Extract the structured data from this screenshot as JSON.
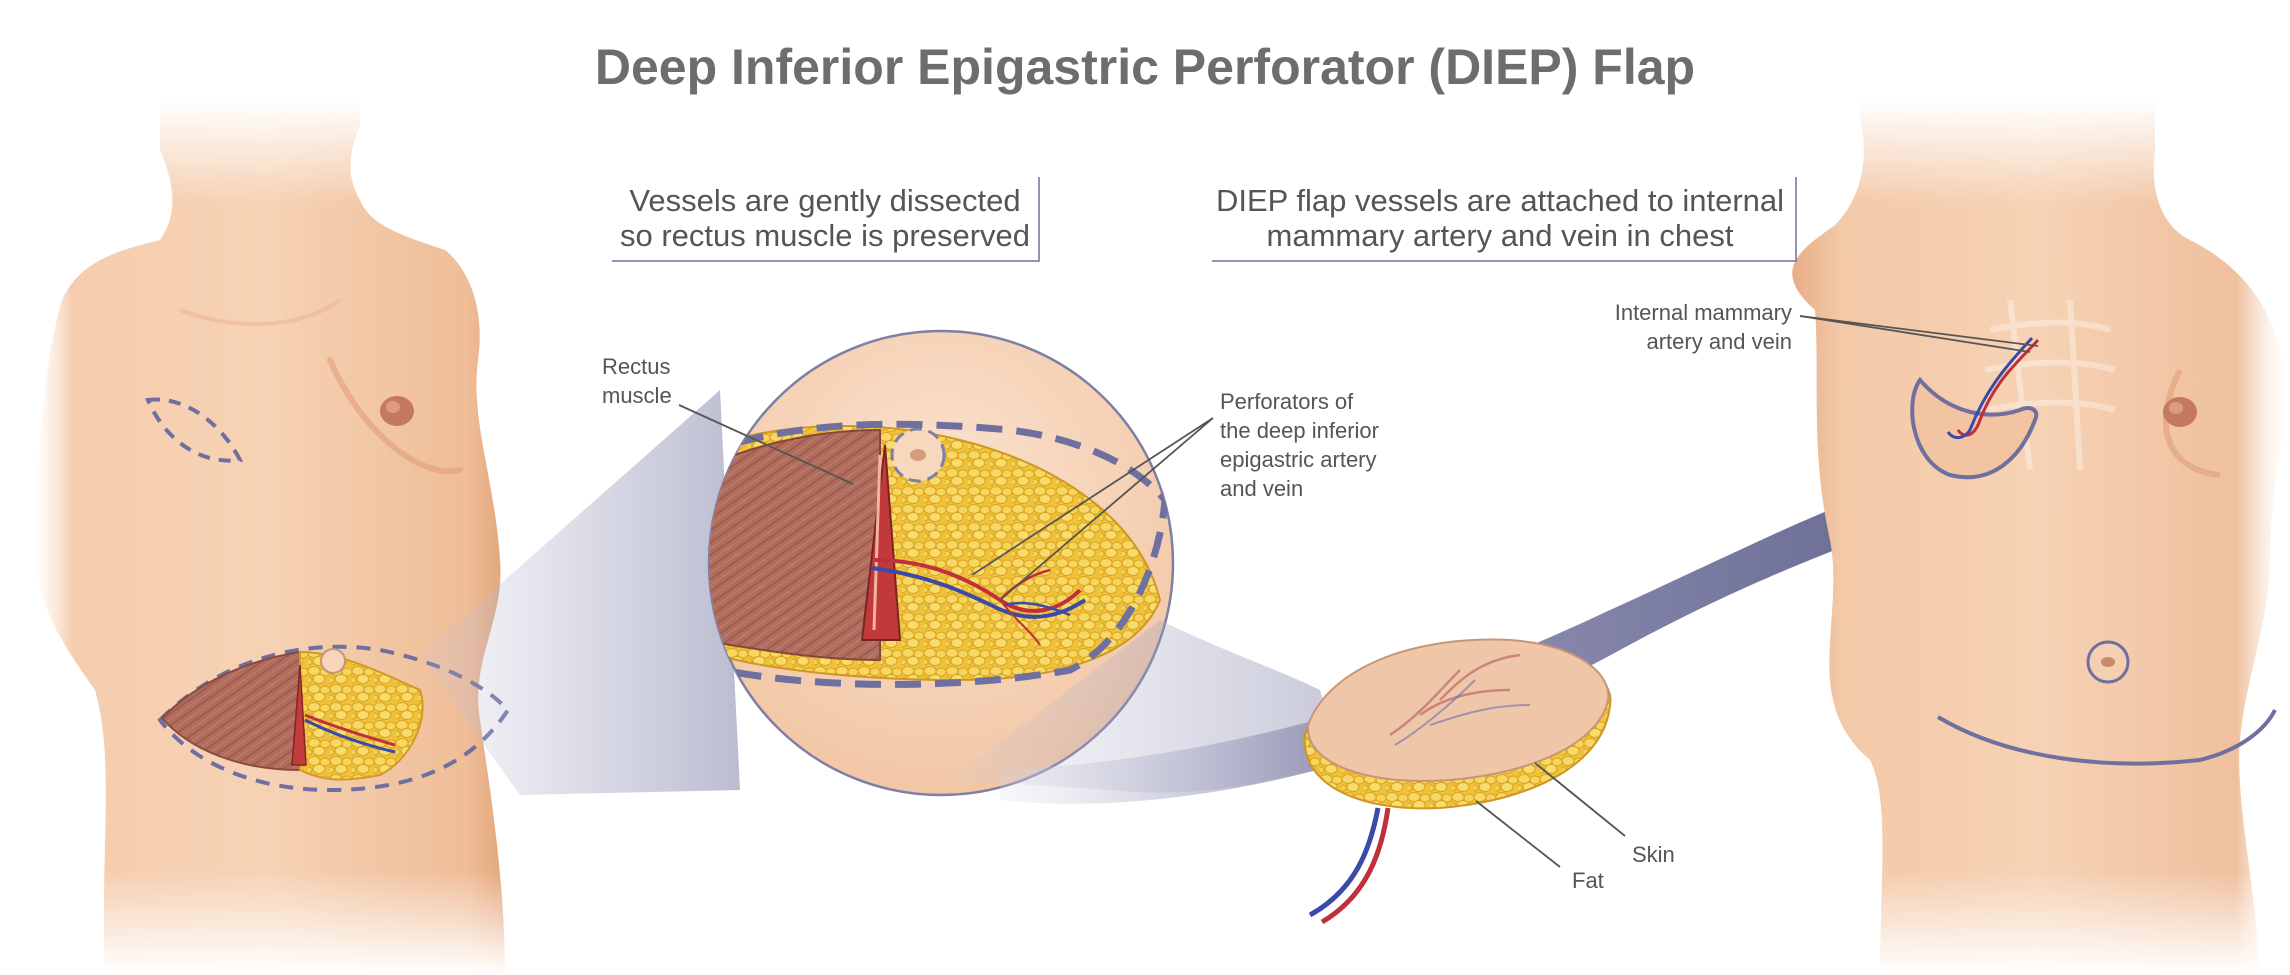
{
  "title": "Deep Inferior Epigastric Perforator (DIEP) Flap",
  "callouts": {
    "dissection": [
      "Vessels are gently dissected",
      "so rectus muscle is preserved"
    ],
    "attachment": [
      "DIEP flap vessels are attached to internal",
      "mammary artery and vein in chest"
    ]
  },
  "labels": {
    "rectus": [
      "Rectus",
      "muscle"
    ],
    "perforators": [
      "Perforators of",
      "the deep inferior",
      "epigastric artery",
      "and vein"
    ],
    "internal_mammary": [
      "Internal mammary",
      "artery and vein"
    ],
    "skin": "Skin",
    "fat": "Fat"
  },
  "colors": {
    "skin": "#f3c7a3",
    "skin_shadow": "#d98f62",
    "fat": "#f2c53d",
    "muscle": "#a86456",
    "artery": "#c0303a",
    "vein": "#3a4aa8",
    "arrow": "#6e6f93",
    "outline": "#6f6fa0",
    "text": "#555555"
  }
}
